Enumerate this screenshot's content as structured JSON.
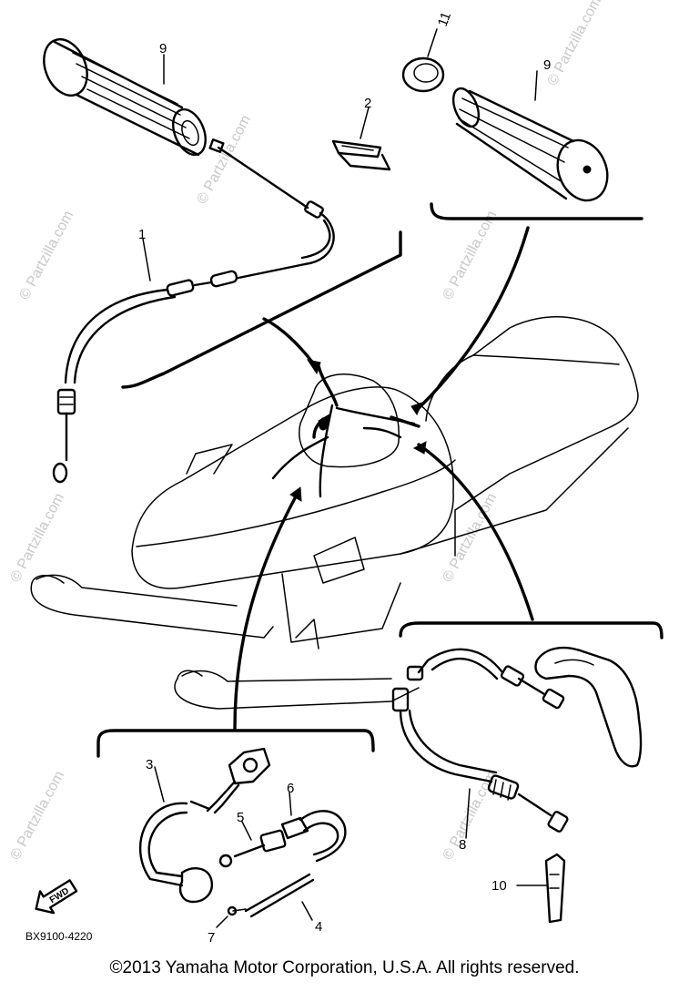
{
  "watermarks": [
    "© Partzilla.com",
    "© Partzilla.com",
    "© Partzilla.com",
    "© Partzilla.com",
    "© Partzilla.com",
    "© Partzilla.com",
    "© Partzilla.com",
    "© Partzilla.com"
  ],
  "callouts": [
    {
      "id": "1",
      "label": "1"
    },
    {
      "id": "2",
      "label": "2"
    },
    {
      "id": "3",
      "label": "3"
    },
    {
      "id": "4",
      "label": "4"
    },
    {
      "id": "5",
      "label": "5"
    },
    {
      "id": "6",
      "label": "6"
    },
    {
      "id": "7",
      "label": "7"
    },
    {
      "id": "8",
      "label": "8"
    },
    {
      "id": "9a",
      "label": "9"
    },
    {
      "id": "9b",
      "label": "9"
    },
    {
      "id": "10",
      "label": "10"
    },
    {
      "id": "11",
      "label": "11"
    }
  ],
  "fwd_label": "FWD",
  "drawing_code": "BX9100-4220",
  "copyright": "©2013  Yamaha Motor Corporation, U.S.A. All rights reserved."
}
